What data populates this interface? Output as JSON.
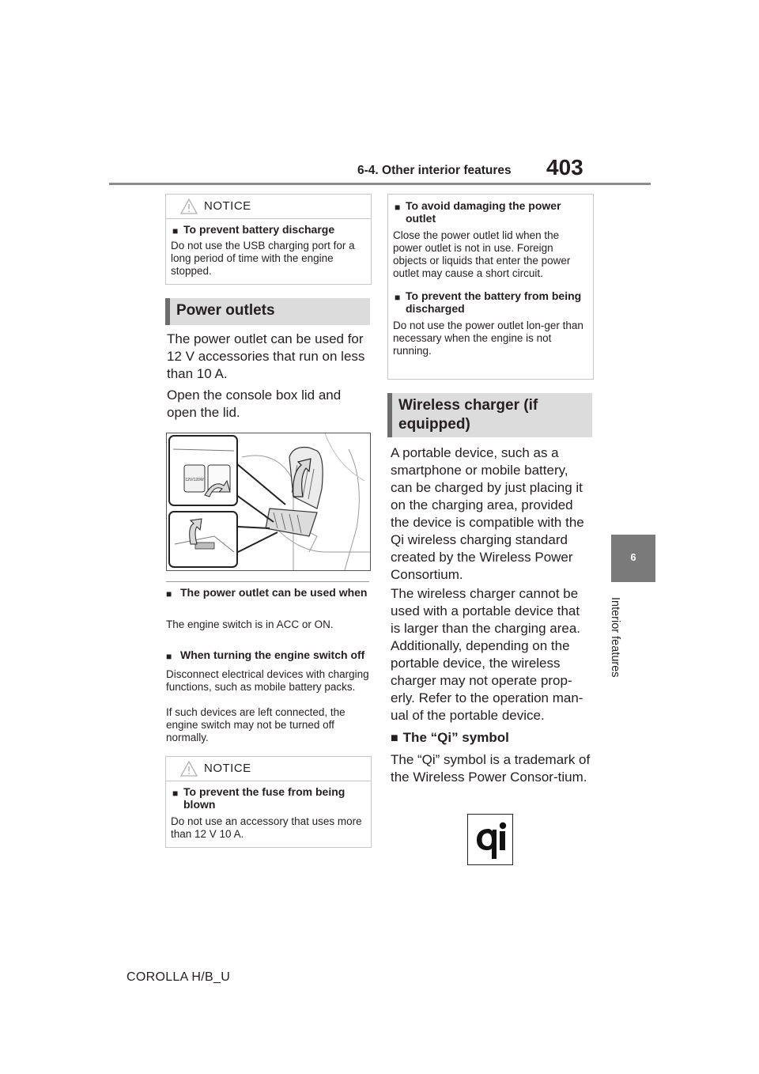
{
  "header": {
    "section": "6-4. Other interior features",
    "page_number": "403"
  },
  "side_tab": {
    "number": "6",
    "label": "Interior features"
  },
  "notice1": {
    "title": "NOTICE",
    "heading": "To prevent battery discharge",
    "text": "Do not use the USB charging port for a long period of time with the engine stopped."
  },
  "power_outlets": {
    "title": "Power outlets",
    "para1": "The power outlet can be used for 12 V accessories that run on less than 10 A.",
    "para2": "Open the console box lid and open the lid.",
    "figure_label": "12V/120W",
    "usable_heading": "The power outlet can be used when",
    "usable_text": "The engine switch is in ACC or ON.",
    "off_heading": "When turning the engine switch off",
    "off_text1": "Disconnect electrical devices with charging functions, such as mobile battery packs.",
    "off_text2": "If such devices are left connected, the engine switch may not be turned off normally."
  },
  "notice2": {
    "title": "NOTICE",
    "heading": "To prevent the fuse from being blown",
    "text": "Do not use an accessory that uses more than 12 V 10 A."
  },
  "notice3": {
    "heading1": "To avoid damaging the power outlet",
    "text1": "Close the power outlet lid when the power outlet is not in use. Foreign objects or liquids that enter the power outlet may cause a short circuit.",
    "heading2": "To prevent the battery from being discharged",
    "text2": "Do not use the power outlet lon-ger than necessary when the engine is not running."
  },
  "wireless": {
    "title": "Wireless charger (if equipped)",
    "para1": "A portable device, such as a smartphone or mobile battery, can be charged by just placing it on the charging area, provided the device is compatible with the Qi wireless charging standard created by the Wireless Power Consortium.",
    "para2": "The wireless charger cannot be used with a portable device that is larger than the charging area. Additionally, depending on the portable device, the wireless charger may not operate prop-erly. Refer to the operation man-ual of the portable device.",
    "qi_heading": "The “Qi” symbol",
    "qi_text": "The “Qi” symbol is a trademark of the Wireless Power Consor-tium."
  },
  "footer": {
    "model": "COROLLA H/B_U"
  },
  "icons": {
    "warning": "warning-triangle-icon",
    "bullet": "square-bullet-icon",
    "qi": "qi-logo-icon"
  }
}
